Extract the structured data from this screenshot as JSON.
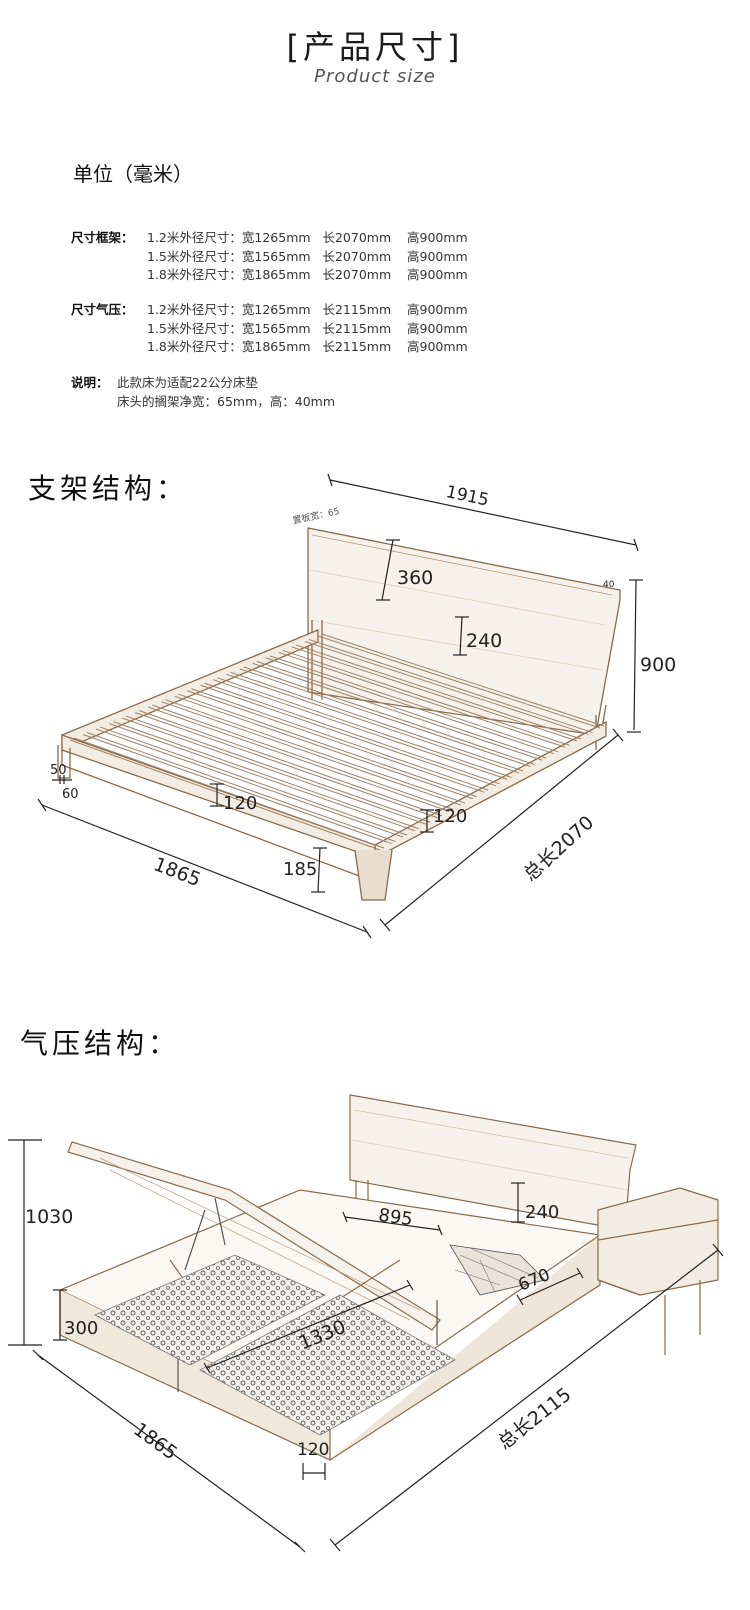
{
  "header": {
    "title": "[产品尺寸]",
    "subtitle": "Product size",
    "unit": "单位（毫米）"
  },
  "specs": {
    "frame": {
      "label": "尺寸框架：",
      "rows": [
        "1.2米外径尺寸：宽1265mm   长2070mm    高900mm",
        "1.5米外径尺寸：宽1565mm   长2070mm    高900mm",
        "1.8米外径尺寸：宽1865mm   长2070mm    高900mm"
      ]
    },
    "gas": {
      "label": "尺寸气压：",
      "rows": [
        "1.2米外径尺寸：宽1265mm   长2115mm    高900mm",
        "1.5米外径尺寸：宽1565mm   长2115mm    高900mm",
        "1.8米外径尺寸：宽1865mm   长2115mm    高900mm"
      ]
    },
    "note": {
      "label": "说明：",
      "rows": [
        "此款床为适配22公分床垫",
        "床头的搁架净宽：65mm，高：40mm"
      ]
    }
  },
  "frame_structure": {
    "title": "支架结构：",
    "dims": {
      "width_top": "1915",
      "shelf": "置板宽：65",
      "headboard": "360",
      "shelf_h": "40",
      "gap": "240",
      "height": "900",
      "side_a": "50",
      "side_b": "60",
      "rail_front": "120",
      "rail_side": "120",
      "leg": "185",
      "width": "1865",
      "length": "总长2070"
    }
  },
  "gas_structure": {
    "title": "气压结构：",
    "dims": {
      "open_height": "1030",
      "box_height": "300",
      "headboard_gap": "240",
      "compartment_w": "895",
      "compartment_d": "670",
      "inner_len": "1330",
      "rail": "120",
      "width": "1865",
      "length": "总长2115"
    }
  },
  "colors": {
    "line": "#2b2b2b",
    "wood": "#8a6a4a",
    "fabric": "#555555"
  }
}
